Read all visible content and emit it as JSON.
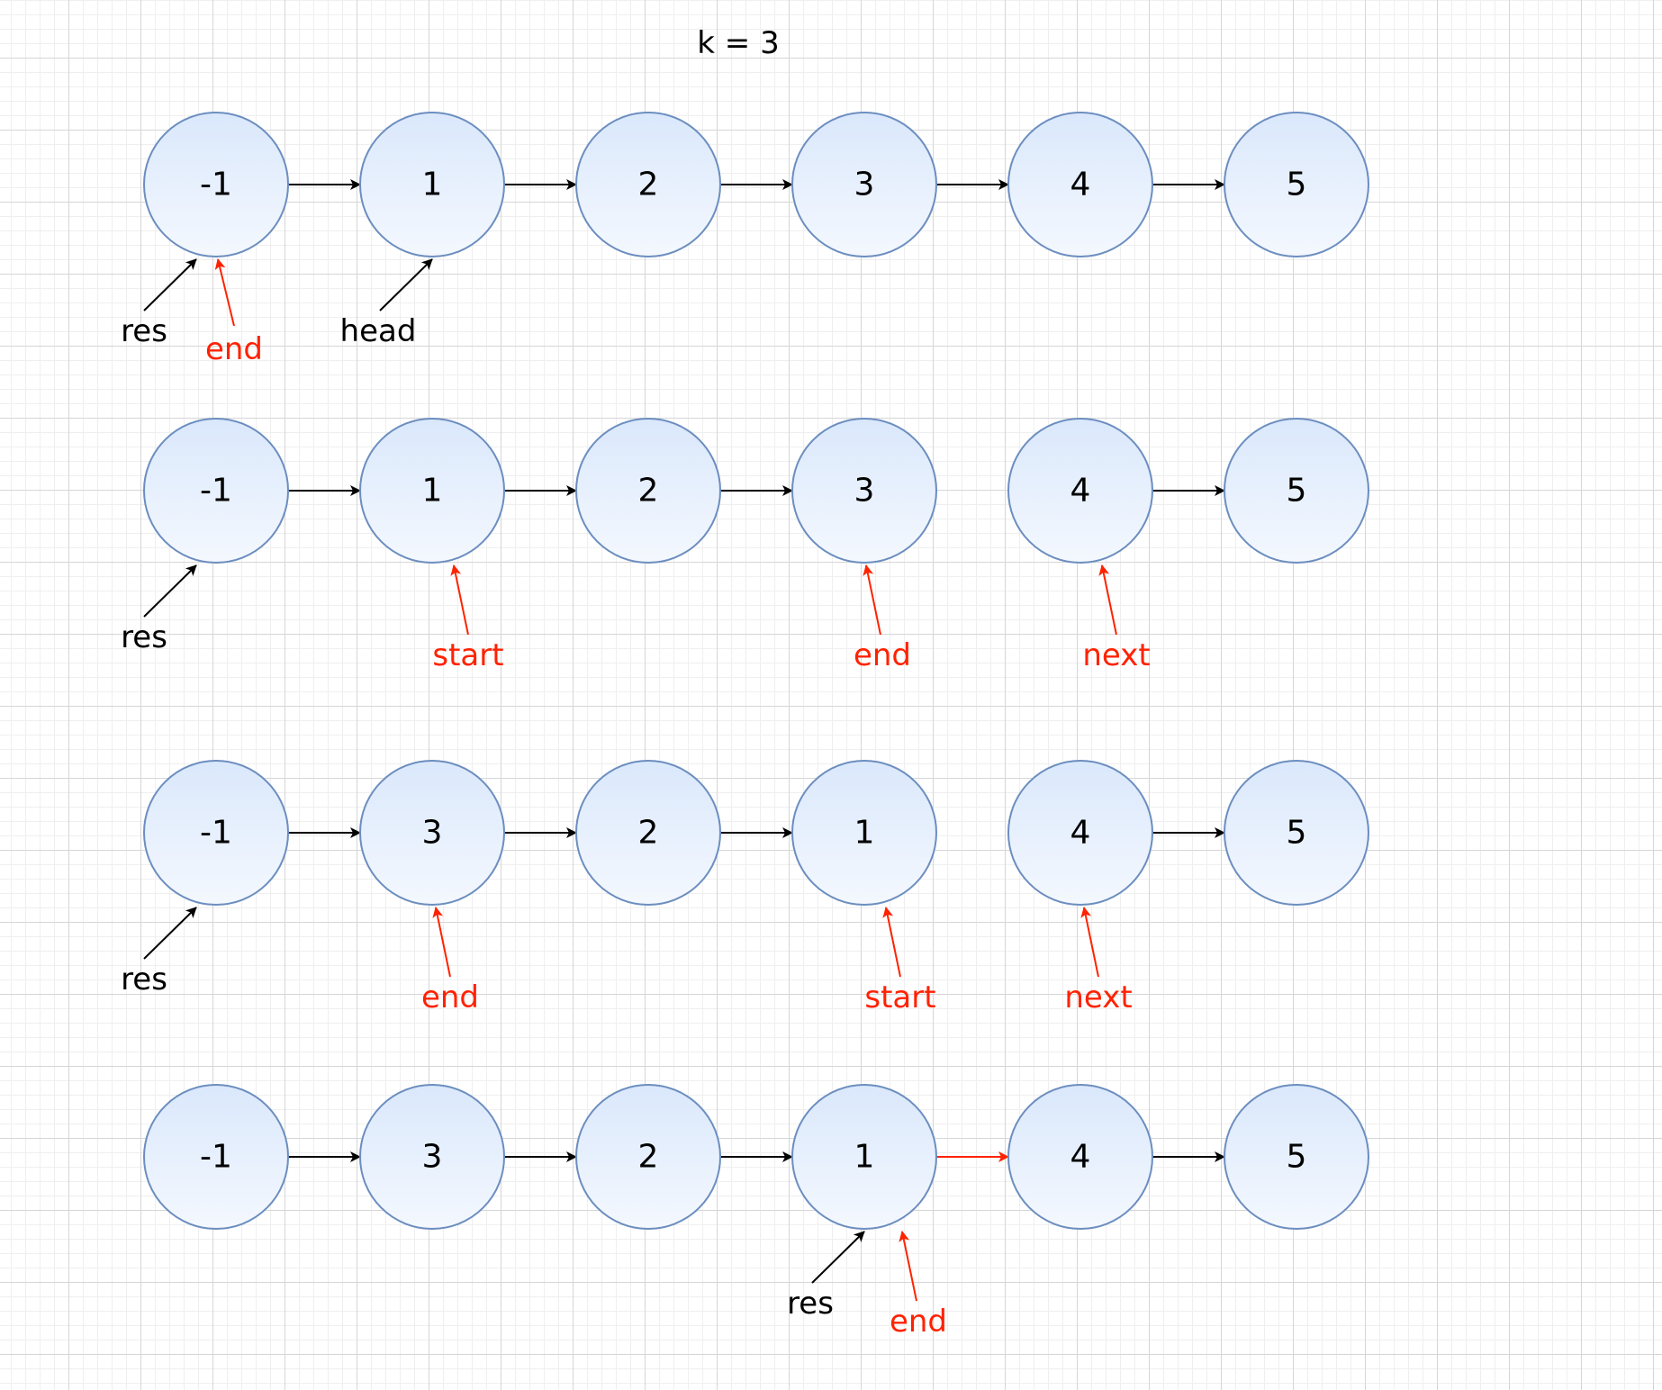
{
  "title": "k = 3",
  "colors": {
    "black": "#000000",
    "red": "#ff2200",
    "node_stroke": "#6c8ebf",
    "node_fill_top": "#dae8fc",
    "node_fill_bottom": "#f4f8fe"
  },
  "rows": [
    {
      "nodes": [
        "-1",
        "1",
        "2",
        "3",
        "4",
        "5"
      ],
      "links": [
        "black",
        "black",
        "black",
        "black",
        "black"
      ],
      "pointers": [
        {
          "label": "res",
          "color": "black"
        },
        {
          "label": "end",
          "color": "red"
        },
        {
          "label": "head",
          "color": "black"
        }
      ]
    },
    {
      "nodes": [
        "-1",
        "1",
        "2",
        "3",
        "4",
        "5"
      ],
      "links": [
        "black",
        "black",
        "black",
        null,
        "black"
      ],
      "pointers": [
        {
          "label": "res",
          "color": "black"
        },
        {
          "label": "start",
          "color": "red"
        },
        {
          "label": "end",
          "color": "red"
        },
        {
          "label": "next",
          "color": "red"
        }
      ]
    },
    {
      "nodes": [
        "-1",
        "3",
        "2",
        "1",
        "4",
        "5"
      ],
      "links": [
        "black",
        "black",
        "black",
        null,
        "black"
      ],
      "pointers": [
        {
          "label": "res",
          "color": "black"
        },
        {
          "label": "end",
          "color": "red"
        },
        {
          "label": "start",
          "color": "red"
        },
        {
          "label": "next",
          "color": "red"
        }
      ]
    },
    {
      "nodes": [
        "-1",
        "3",
        "2",
        "1",
        "4",
        "5"
      ],
      "links": [
        "black",
        "black",
        "black",
        "red",
        "black"
      ],
      "pointers": [
        {
          "label": "res",
          "color": "black"
        },
        {
          "label": "end",
          "color": "red"
        }
      ]
    }
  ]
}
